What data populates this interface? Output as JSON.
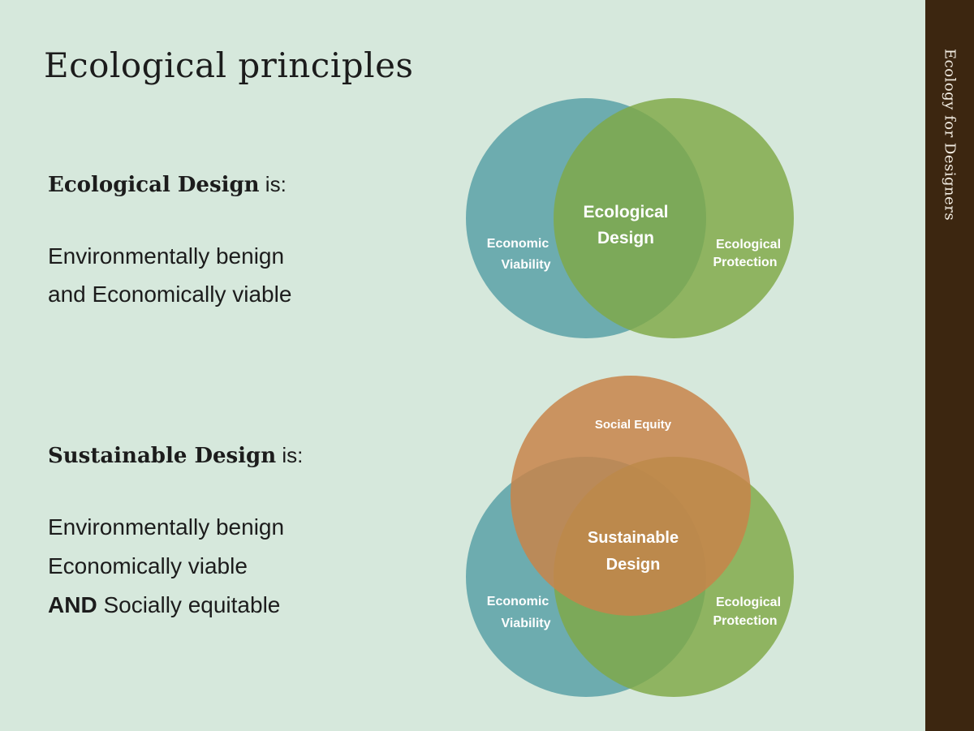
{
  "slide": {
    "title": "Ecological principles",
    "sidebar_label": "Ecology for Designers",
    "section1": {
      "heading": "Ecological Design",
      "heading_suffix": " is:",
      "line1": "Environmentally benign",
      "line2": "and Economically viable"
    },
    "section2": {
      "heading": "Sustainable Design",
      "heading_suffix": " is:",
      "line1": "Environmentally benign",
      "line2": "Economically viable",
      "line3_strong": "AND",
      "line3_rest": " Socially equitable"
    }
  },
  "diagram1": {
    "center_label_1": "Ecological",
    "center_label_2": "Design",
    "left_label_1": "Economic",
    "left_label_2": "Viability",
    "right_label_1": "Ecological",
    "right_label_2": "Protection"
  },
  "diagram2": {
    "top_label": "Social  Equity",
    "center_label_1": "Sustainable",
    "center_label_2": "Design",
    "left_label_1": "Economic",
    "left_label_2": "Viability",
    "right_label_1": "Ecological",
    "right_label_2": "Protection"
  },
  "colors": {
    "background": "#d6e8dc",
    "sidebar": "#3c2610",
    "teal": "#5fa3a9",
    "green": "#7fa846",
    "orange": "#c8844a"
  }
}
